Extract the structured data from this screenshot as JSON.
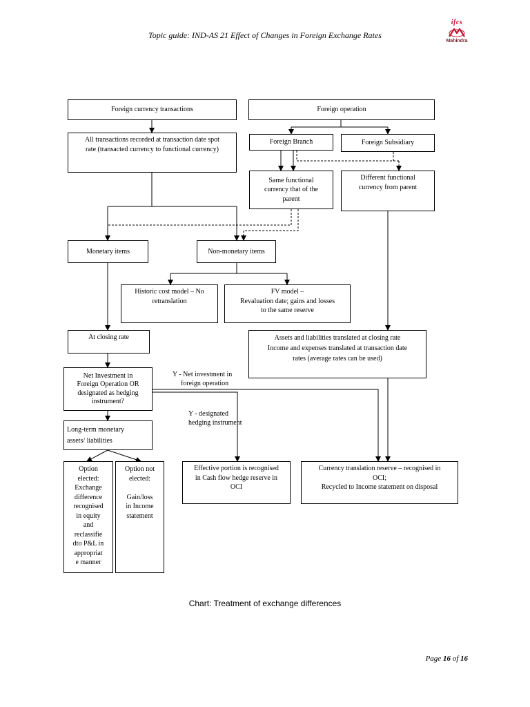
{
  "header": {
    "title": "Topic guide: IND-AS 21 Effect of Changes in Foreign Exchange Rates",
    "logo_top": "ifcs",
    "logo_name": "Mahindra"
  },
  "flowchart": {
    "foreign_currency_transactions": "Foreign currency transactions",
    "foreign_operation": "Foreign operation",
    "all_transactions": [
      "All transactions recorded at transaction date spot",
      "rate (transacted currency to functional currency)"
    ],
    "foreign_branch": "Foreign Branch",
    "foreign_subsidiary": "Foreign Subsidiary",
    "same_functional_currency": [
      "Same functional",
      "currency that of the",
      "parent"
    ],
    "different_functional_currency": [
      "Different functional",
      "currency from parent"
    ],
    "monetary_items": "Monetary items",
    "non_monetary_items": "Non-monetary items",
    "historic_cost_model": [
      "Historic cost model – No",
      "retranslation"
    ],
    "fv_model": [
      "FV model –",
      "Revaluation date; gains and losses",
      "to the same reserve"
    ],
    "at_closing_rate": "At closing rate",
    "assets_liabilities_translated": [
      "Assets and liabilities translated at closing rate",
      "Income and expenses translated at transaction date",
      "rates (average rates can be used)"
    ],
    "net_investment_question": [
      "Net Investment in",
      "Foreign Operation OR",
      "designated as hedging",
      "instrument?"
    ],
    "y_net_investment": [
      "Y  - Net investment in",
      "foreign operation"
    ],
    "y_designated_hedging": [
      "Y  - designated",
      "hedging instrument"
    ],
    "long_term_monetary": [
      "Long-term monetary",
      "assets/ liabilities"
    ],
    "option_elected": [
      "Option",
      "elected:",
      "Exchange",
      "difference",
      "recognised",
      "in equity",
      "and",
      "reclassifie",
      "dto P&L in",
      "appropriat",
      "e manner"
    ],
    "option_not_elected": [
      "Option not",
      "elected:",
      "",
      "Gain/loss",
      "in Income",
      "statement"
    ],
    "effective_portion": [
      "Effective portion is recognised",
      "in Cash flow hedge reserve in",
      "OCI"
    ],
    "currency_translation_reserve": [
      "Currency translation reserve – recognised in",
      "OCI;",
      "Recycled to Income statement on disposal"
    ]
  },
  "caption": "Chart: Treatment of exchange differences",
  "footer": {
    "page_prefix": "Page",
    "page_current": "16",
    "page_of": "of",
    "page_total": "16"
  }
}
